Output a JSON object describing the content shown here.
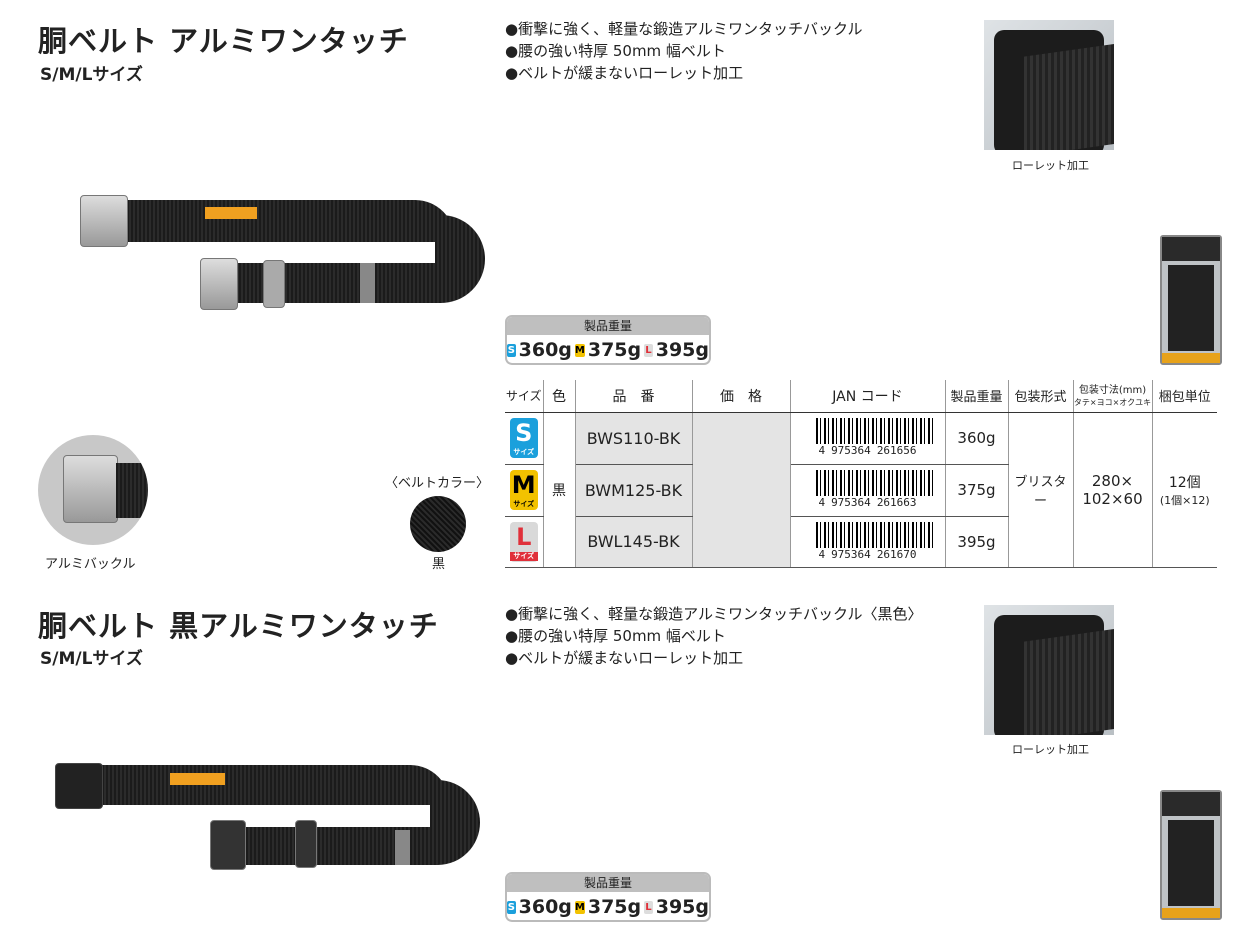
{
  "sections": [
    {
      "title": "胴ベルト アルミワンタッチ",
      "subtitle": "S/M/Lサイズ",
      "bullets": [
        "●衝撃に強く、軽量な鍛造アルミワンタッチバックル",
        "●腰の強い特厚 50mm 幅ベルト",
        "●ベルトが緩まないローレット加工"
      ],
      "photo_caption": "ローレット加工",
      "buckle_caption": "アルミバックル",
      "belt_color_label": "〈ベルトカラー〉",
      "belt_color": "黒",
      "weight": {
        "label": "製品重量",
        "s": "360g",
        "m": "375g",
        "l": "395g"
      }
    },
    {
      "title": "胴ベルト 黒アルミワンタッチ",
      "subtitle": "S/M/Lサイズ",
      "bullets": [
        "●衝撃に強く、軽量な鍛造アルミワンタッチバックル〈黒色〉",
        "●腰の強い特厚 50mm 幅ベルト",
        "●ベルトが緩まないローレット加工"
      ],
      "photo_caption": "ローレット加工",
      "weight": {
        "label": "製品重量",
        "s": "360g",
        "m": "375g",
        "l": "395g"
      }
    }
  ],
  "badges": {
    "s": "S",
    "m": "M",
    "l": "L",
    "size_word": "サイズ"
  },
  "table": {
    "headers": [
      "サイズ",
      "色",
      "品　番",
      "価　格",
      "JAN コード",
      "製品重量",
      "包装形式",
      "包装寸法(mm)",
      "タテ×ヨコ×オクユキ",
      "梱包単位"
    ],
    "color": "黒",
    "packaging": "ブリスター",
    "dims_1": "280×",
    "dims_2": "102×60",
    "unit_1": "12個",
    "unit_2": "(1個×12)",
    "rows": [
      {
        "size": "S",
        "part": "BWS110-BK",
        "jan_a": "4",
        "jan_b": "975364",
        "jan_c": "261656",
        "weight": "360g"
      },
      {
        "size": "M",
        "part": "BWM125-BK",
        "jan_a": "4",
        "jan_b": "975364",
        "jan_c": "261663",
        "weight": "375g"
      },
      {
        "size": "L",
        "part": "BWL145-BK",
        "jan_a": "4",
        "jan_b": "975364",
        "jan_c": "261670",
        "weight": "395g"
      }
    ]
  },
  "colors": {
    "s": "#1ba0dc",
    "m": "#f2c200",
    "l": "#d9d9d9",
    "l_text": "#e0303a"
  }
}
